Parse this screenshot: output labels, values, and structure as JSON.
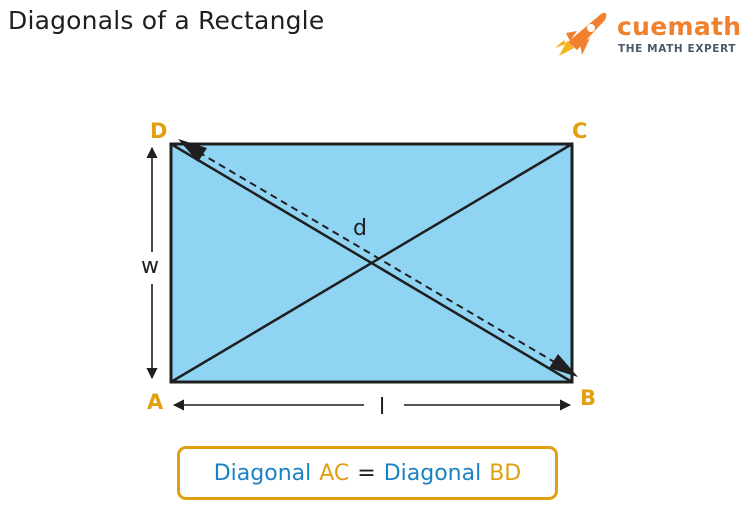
{
  "title": "Diagonals of a Rectangle",
  "brand": {
    "name": "cuemath",
    "tagline": "THE MATH EXPERT",
    "icon": "rocket-icon"
  },
  "diagram": {
    "vertices": {
      "a": "A",
      "b": "B",
      "c": "C",
      "d": "D"
    },
    "width_label": "w",
    "length_label": "l",
    "diagonal_label": "d",
    "colors": {
      "fill": "#8fd4f2",
      "stroke": "#1f1f1f",
      "vertex": "#e0a010"
    }
  },
  "formula": {
    "left_word": "Diagonal",
    "left_name": "AC",
    "equals": "=",
    "right_word": "Diagonal",
    "right_name": "BD",
    "colors": {
      "word": "#1a82c4",
      "name": "#e0a010",
      "border": "#e0a010"
    }
  }
}
